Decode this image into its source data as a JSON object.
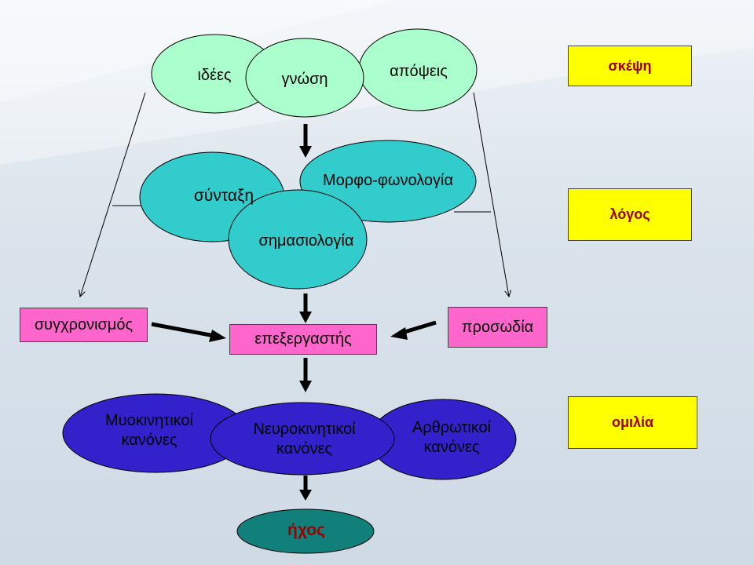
{
  "layers": {
    "thought": [
      "ιδέες",
      "γνώση",
      "απόψεις"
    ],
    "language": [
      "σύνταξη",
      "Μορφο-φωνολογία",
      "σημασιολογία"
    ],
    "speech": [
      "Μυοκινητικοί\nκανόνες",
      "Νευροκινητικοί\nκανόνες",
      "Αρθρωτικοί\n  κανόνες"
    ]
  },
  "side_inputs": {
    "left": "συγχρονισμός",
    "right": "προσωδία"
  },
  "processor": "επεξεργαστής",
  "output": "ήχος",
  "level_labels": [
    "σκέψη",
    "λόγος",
    "ομιλία"
  ],
  "colors": {
    "thought_fill": "#aaffcc",
    "language_fill": "#33cccc",
    "speech_fill": "#3322cc",
    "output_fill": "#11807a",
    "output_text": "#990000",
    "label_fill": "#ffff00",
    "label_text": "#990000",
    "input_fill": "#ff66cc"
  }
}
